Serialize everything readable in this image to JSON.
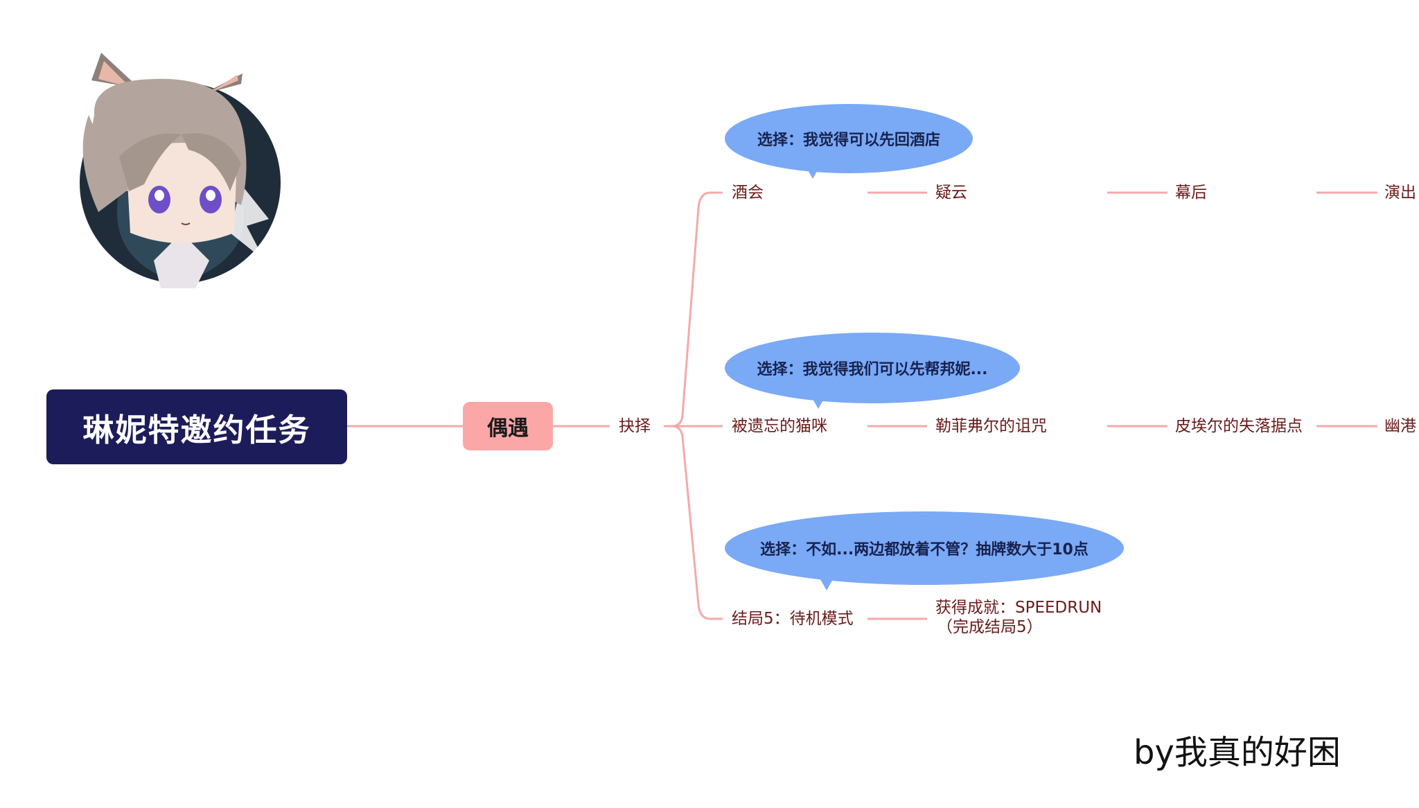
{
  "root": {
    "title": "琳妮特邀约任务"
  },
  "stage": {
    "label": "偶遇"
  },
  "choice": {
    "label": "抉择"
  },
  "branches": [
    {
      "bubble": "选择：我觉得可以先回酒店",
      "nodes": [
        "酒会",
        "疑云",
        "幕后",
        "演出"
      ]
    },
    {
      "bubble": "选择：我觉得我们可以先帮邦妮...",
      "nodes": [
        "被遗忘的猫咪",
        "勒菲弗尔的诅咒",
        "皮埃尔的失落据点",
        "幽港"
      ]
    },
    {
      "bubble": "选择：不如...两边都放着不管？抽牌数大于10点",
      "nodes": [
        "结局5：待机模式"
      ],
      "achievement": [
        "获得成就：SPEEDRUN",
        "（完成结局5）"
      ]
    }
  ],
  "credit": "by我真的好困",
  "colors": {
    "line": "#f4a9a9",
    "root_bg": "#1d1c5b",
    "pill_bg": "#fca7a7",
    "bubble_bg": "#7aa9f6",
    "label_text": "#6b1a1a"
  },
  "icons": {
    "avatar": "character-avatar-icon"
  }
}
